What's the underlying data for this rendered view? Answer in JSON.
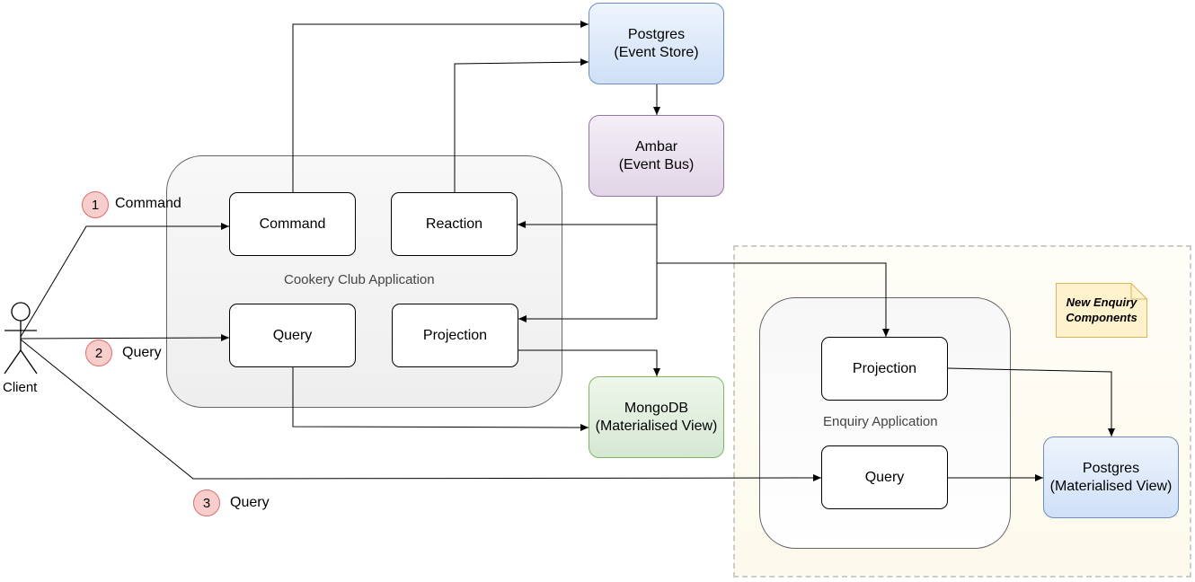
{
  "diagram": {
    "actor": {
      "label": "Client"
    },
    "steps": [
      {
        "number": "1",
        "label": "Command"
      },
      {
        "number": "2",
        "label": "Query"
      },
      {
        "number": "3",
        "label": "Query"
      }
    ],
    "containers": {
      "cookery": {
        "label": "Cookery Club Application"
      },
      "enquiry": {
        "label": "Enquiry Application"
      }
    },
    "components": {
      "cookery_command": "Command",
      "cookery_reaction": "Reaction",
      "cookery_query": "Query",
      "cookery_projection": "Projection",
      "enquiry_projection": "Projection",
      "enquiry_query": "Query"
    },
    "stores": {
      "event_store": {
        "line1": "Postgres",
        "line2": "(Event Store)",
        "color": "#dae8fc"
      },
      "event_bus": {
        "line1": "Ambar",
        "line2": "(Event Bus)",
        "color": "#e1d5e7"
      },
      "mongodb": {
        "line1": "MongoDB",
        "line2": "(Materialised View)",
        "color": "#d5e8d4"
      },
      "postgres_view": {
        "line1": "Postgres",
        "line2": "(Materialised View)",
        "color": "#dae8fc"
      }
    },
    "note": {
      "line1": "New Enquiry",
      "line2": "Components",
      "color": "#fff2cc"
    },
    "colors": {
      "step_badge": "#f8cecc",
      "step_badge_border": "#e06c6c",
      "new_area_border": "#cccccc"
    }
  }
}
